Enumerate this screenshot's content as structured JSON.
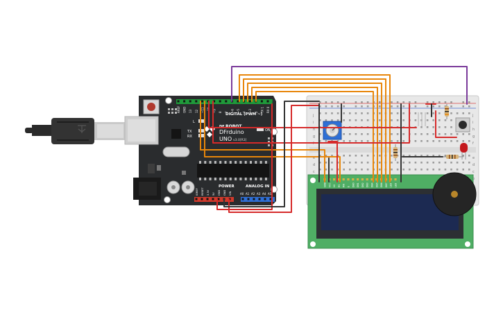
{
  "board": {
    "brand_small": "DF",
    "brand": "ROBOT",
    "model_line1": "DFrduino",
    "model_line2": "UNO",
    "model_version": "v3.0[R3]",
    "digital_label": "DIGITAL (PWM ~)",
    "power_label": "POWER",
    "analog_label": "ANALOG IN",
    "on_label": "ON",
    "led_l": "L",
    "led_tx": "TX",
    "led_rx": "RX",
    "top_pins": [
      "AREF",
      "GND",
      "13",
      "12",
      "~11",
      "~10",
      "~9",
      "8",
      "7",
      "~6",
      "~5",
      "4",
      "~3",
      "2",
      "TX 1",
      "RX 0"
    ],
    "power_pins": [
      "IOREF",
      "RESET",
      "3.3V",
      "5V",
      "GND",
      "GND",
      "VIN"
    ],
    "analog_pins": [
      "A0",
      "A1",
      "A2",
      "A3",
      "A4",
      "A5"
    ]
  },
  "lcd": {
    "pins": [
      "GND",
      "VCC",
      "V0",
      "RS",
      "RW",
      "E",
      "DB0",
      "DB1",
      "DB2",
      "DB3",
      "DB4",
      "DB5",
      "DB6",
      "DB7",
      "LED",
      "LED"
    ]
  },
  "breadboard": {
    "row_labels": [
      "a",
      "b",
      "c",
      "d",
      "e",
      "f",
      "g",
      "h",
      "i",
      "j"
    ]
  },
  "colors": {
    "board": "#2a2c2e",
    "header": "#1f9a3a",
    "power_header": "#d23a2c",
    "analog_header": "#2f6fd6",
    "breadboard": "#e8e8e8",
    "lcd_pcb": "#4fae64",
    "lcd_screen": "#1c2a52",
    "wire_orange": "#e8860a",
    "wire_red": "#d62a2a",
    "wire_purple": "#7a3a9a",
    "wire_black": "#333333"
  },
  "icons": {
    "usb": "usb-plug-icon",
    "reset": "reset-button-icon",
    "logo": "robot-logo-icon"
  }
}
